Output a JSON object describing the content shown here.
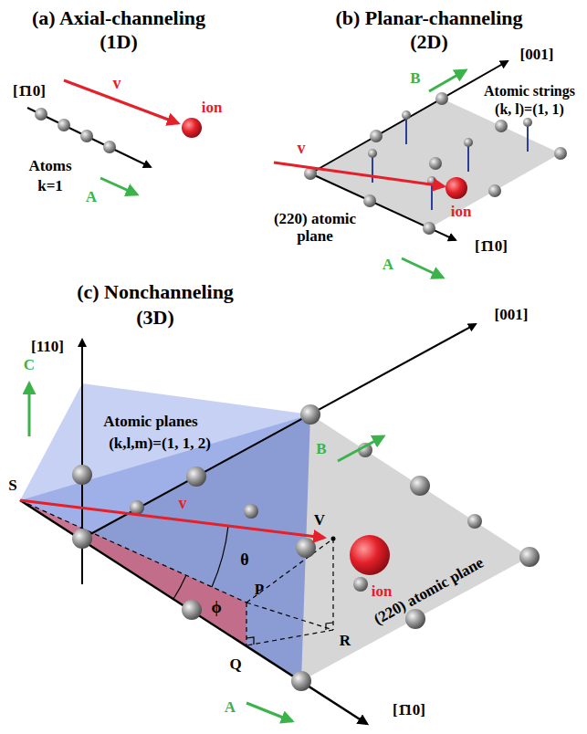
{
  "diagram": {
    "labels": [
      "(a) Axial-channeling",
      "(1D)",
      "(b) Planar-channeling",
      "(2D)",
      "[1̄10]",
      "v",
      "ion",
      "Atoms",
      "k=1",
      "A",
      "B",
      "[001]",
      "Atomic strings",
      "(k, l)=(1, 1)",
      "v",
      "ion",
      "(220) atomic plane",
      "[1̄10]",
      "A",
      "(c) Nonchanneling",
      "(3D)",
      "[110]",
      "C",
      "Atomic planes",
      "(k,l,m)=(1, 1, 2)",
      "B",
      "[001]",
      "v",
      "V",
      "θ",
      "ion",
      "S",
      "P",
      "R",
      "ϕ",
      "Q",
      "(220) atomic plane",
      "[1̄10]",
      "A"
    ]
  }
}
